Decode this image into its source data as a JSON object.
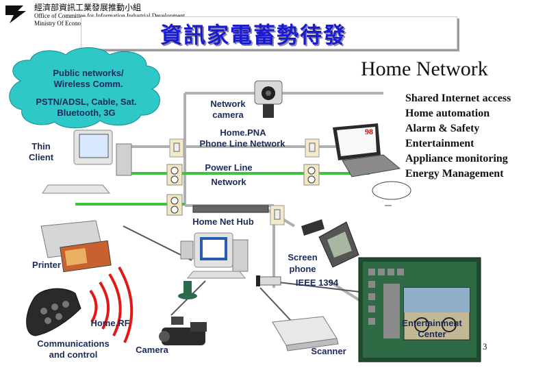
{
  "header": {
    "org_chinese": "經濟部資訊工業發展推動小組",
    "org_english_1": "Office of Committee for Information Industrial Development",
    "org_english_2": "Ministry Of Econom",
    "title": "資訊家電蓄勢待發"
  },
  "home_network_title": "Home Network",
  "features": [
    "Shared Internet access",
    "Home automation",
    "Alarm & Safety",
    "Entertainment",
    "Appliance monitoring",
    "Energy Management"
  ],
  "cloud": {
    "line1": "Public networks/",
    "line2": "Wireless Comm.",
    "line3": "PSTN/ADSL, Cable, Sat.",
    "line4": "Bluetooth, 3G"
  },
  "labels": {
    "network_camera_1": "Network",
    "network_camera_2": "camera",
    "homepna_1": "Home.PNA",
    "homepna_2": "Phone Line Network",
    "thin_client_1": "Thin",
    "thin_client_2": "Client",
    "power_line_1": "Power Line",
    "power_line_2": "Network",
    "home_net_hub": "Home Net Hub",
    "screen_phone_1": "Screen",
    "screen_phone_2": "phone",
    "printer": "Printer",
    "ieee1394": "IEEE 1394",
    "homerf": "Home.RF",
    "comm_control_1": "Communications",
    "comm_control_2": "and control",
    "camera": "Camera",
    "scanner": "Scanner",
    "entertainment_1": "Entertainment",
    "entertainment_2": "Center",
    "laptop_screen": "98"
  },
  "page_number": "3",
  "colors": {
    "phone_line": "#b0b0b0",
    "power_line": "#3cc43c",
    "cloud_fill": "#2ec8c8",
    "title_blue": "#1a1ad0"
  }
}
